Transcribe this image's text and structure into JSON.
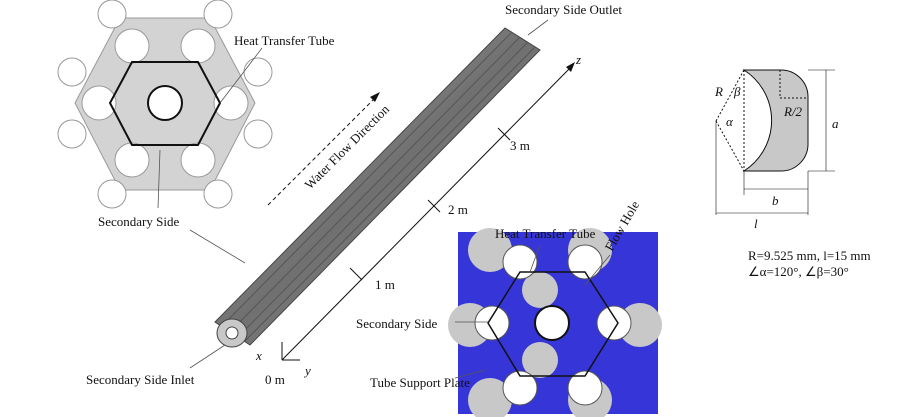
{
  "labels": {
    "heat_transfer_tube_top": "Heat Transfer Tube",
    "secondary_side_top": "Secondary Side",
    "secondary_side_outlet": "Secondary Side Outlet",
    "secondary_side_inlet": "Secondary Side Inlet",
    "water_flow_direction": "Water Flow Direction",
    "heat_transfer_tube_bottom": "Heat Transfer Tube",
    "flow_hole": "Flow Hole",
    "secondary_side_bottom": "Secondary Side",
    "tube_support_plate": "Tube Support Plate"
  },
  "axis": {
    "z": "z",
    "x": "x",
    "y": "y",
    "ticks": [
      "0 m",
      "1 m",
      "2 m",
      "3 m"
    ]
  },
  "geometry": {
    "R": "R",
    "beta": "β",
    "alpha": "α",
    "R_half": "R/2",
    "a": "a",
    "b": "b",
    "l": "l",
    "params_line1": "R=9.525 mm, l=15 mm",
    "params_line2": "∠α=120°,  ∠β=30°"
  },
  "colors": {
    "plate_gray": "#cfcfcf",
    "support_blue": "#3535d8",
    "rod_gray": "#8a8a8a"
  }
}
